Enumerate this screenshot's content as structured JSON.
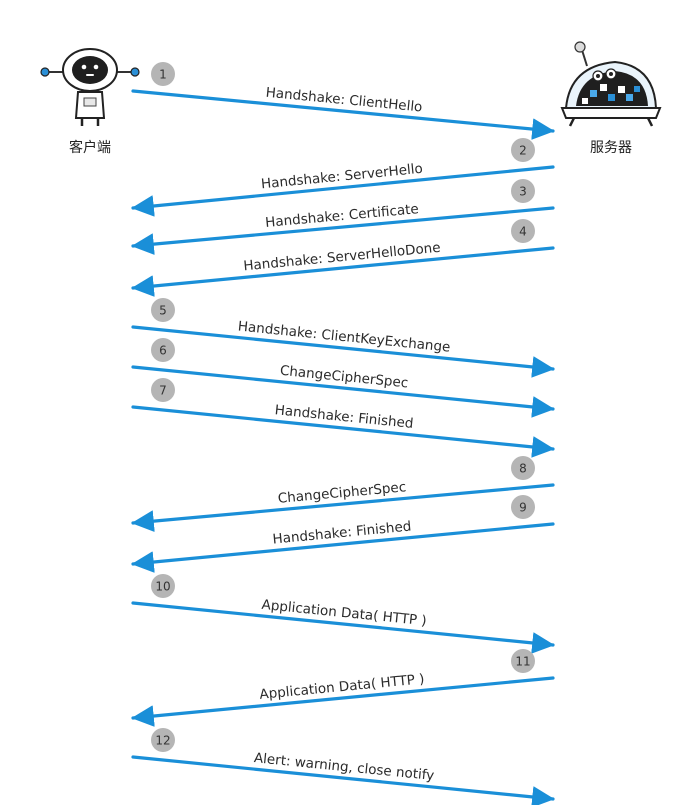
{
  "actors": {
    "client": {
      "label": "客户端",
      "icon": "client-robot-icon"
    },
    "server": {
      "label": "服务器",
      "icon": "server-robot-icon"
    }
  },
  "colors": {
    "arrow": "#1a8fd8",
    "badge": "#b5b5b5",
    "text": "#2b2b2b"
  },
  "messages": [
    {
      "step": "1",
      "label": "Handshake: ClientHello",
      "direction": "client-to-server"
    },
    {
      "step": "2",
      "label": "Handshake: ServerHello",
      "direction": "server-to-client"
    },
    {
      "step": "3",
      "label": "Handshake: Certificate",
      "direction": "server-to-client"
    },
    {
      "step": "4",
      "label": "Handshake: ServerHelloDone",
      "direction": "server-to-client"
    },
    {
      "step": "5",
      "label": "Handshake: ClientKeyExchange",
      "direction": "client-to-server"
    },
    {
      "step": "6",
      "label": "ChangeCipherSpec",
      "direction": "client-to-server"
    },
    {
      "step": "7",
      "label": "Handshake: Finished",
      "direction": "client-to-server"
    },
    {
      "step": "8",
      "label": "ChangeCipherSpec",
      "direction": "server-to-client"
    },
    {
      "step": "9",
      "label": "Handshake: Finished",
      "direction": "server-to-client"
    },
    {
      "step": "10",
      "label": "Application Data( HTTP )",
      "direction": "client-to-server"
    },
    {
      "step": "11",
      "label": "Application Data( HTTP )",
      "direction": "server-to-client"
    },
    {
      "step": "12",
      "label": "Alert: warning, close notify",
      "direction": "client-to-server"
    }
  ]
}
